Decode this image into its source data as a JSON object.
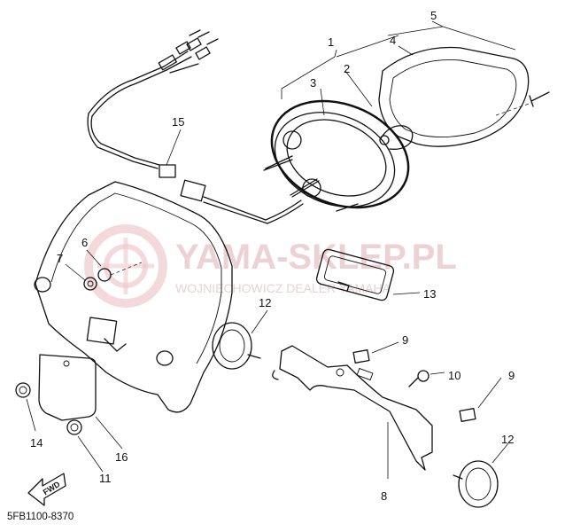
{
  "watermark": {
    "brand": "YAMA-SKLEP.PL",
    "subtitle": "WOJNIECHOWICZ DEALER YAMAHA"
  },
  "callouts": [
    "1",
    "2",
    "3",
    "4",
    "5",
    "6",
    "7",
    "8",
    "9",
    "9",
    "10",
    "11",
    "12",
    "12",
    "13",
    "14",
    "15",
    "16"
  ],
  "fwd_arrow": "FWD",
  "diagram_code": "5FB1100-8370"
}
